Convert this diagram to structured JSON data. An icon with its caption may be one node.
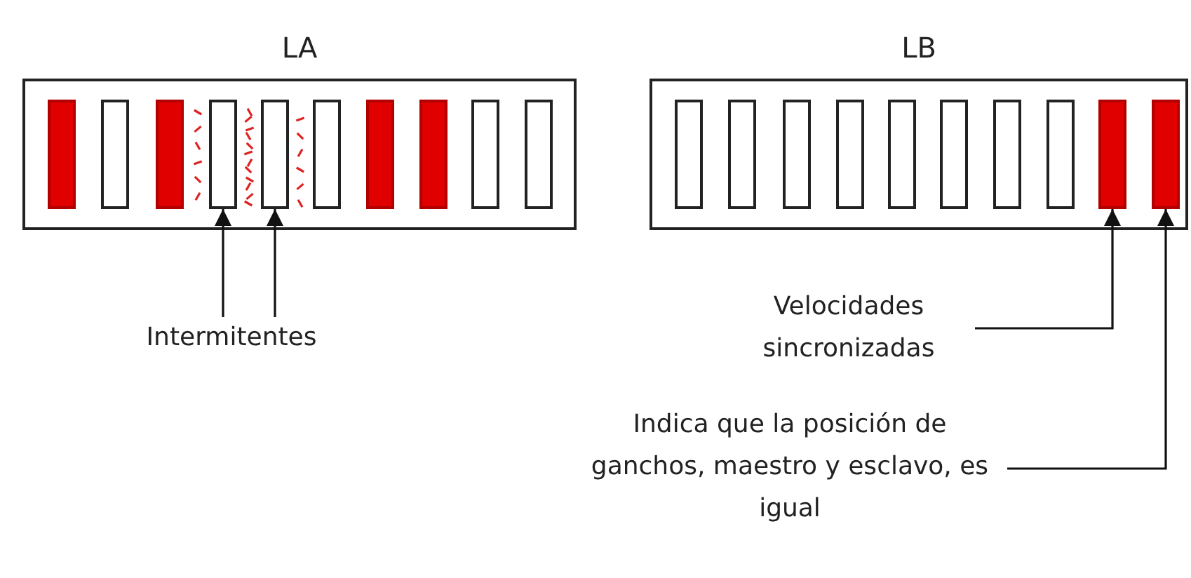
{
  "diagram": {
    "nodes": [
      {
        "text": [
          "LA"
        ]
      },
      {
        "text": [],
        "shape": "bar",
        "in": 0
      },
      {
        "text": [],
        "shape": "bar",
        "in": 0
      },
      {
        "text": [],
        "shape": "bar",
        "in": 0
      },
      {
        "text": [],
        "shape": "bar",
        "in": 0
      },
      {
        "text": [],
        "shape": "bar",
        "in": 0
      },
      {
        "text": [],
        "shape": "bar",
        "in": 0
      },
      {
        "text": [],
        "shape": "bar",
        "in": 0
      },
      {
        "text": [],
        "shape": "bar",
        "in": 0
      },
      {
        "text": [],
        "shape": "bar",
        "in": 0
      },
      {
        "text": [],
        "shape": "bar",
        "in": 0
      },
      {
        "text": [
          "LB"
        ]
      },
      {
        "text": [],
        "shape": "bar",
        "in": 11
      },
      {
        "text": [],
        "shape": "bar",
        "in": 11
      },
      {
        "text": [],
        "shape": "bar",
        "in": 11
      },
      {
        "text": [],
        "shape": "bar",
        "in": 11
      },
      {
        "text": [],
        "shape": "bar",
        "in": 11
      },
      {
        "text": [],
        "shape": "bar",
        "in": 11
      },
      {
        "text": [],
        "shape": "bar",
        "in": 11
      },
      {
        "text": [],
        "shape": "bar",
        "in": 11
      },
      {
        "text": [],
        "shape": "bar",
        "in": 11
      },
      {
        "text": [],
        "shape": "bar",
        "in": 11
      },
      {
        "text": [
          "Intermitentes"
        ]
      },
      {
        "text": [
          "Velocidades sincronizadas"
        ]
      },
      {
        "text": [
          "Indica que la posición de ganchos, maestro y esclavo, es igual"
        ]
      }
    ],
    "edges": [
      {
        "from": 22,
        "to": 4,
        "arrow": "to"
      },
      {
        "from": 22,
        "to": 5,
        "arrow": "to"
      },
      {
        "from": 23,
        "to": 20,
        "arrow": "to"
      },
      {
        "from": 24,
        "to": 21,
        "arrow": "to"
      }
    ]
  }
}
